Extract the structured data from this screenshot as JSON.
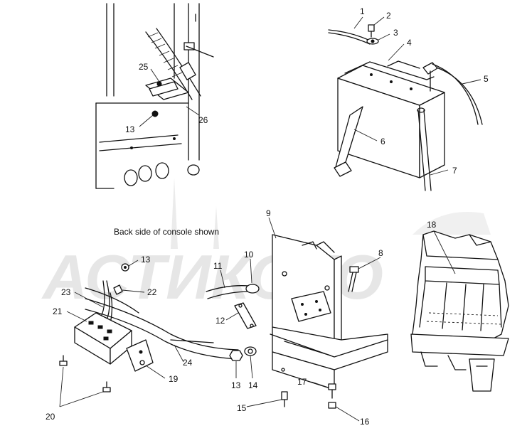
{
  "caption": "Back side of console shown",
  "watermark_text": "АСТИКОТО",
  "callouts": {
    "c1": "1",
    "c2": "2",
    "c3": "3",
    "c4": "4",
    "c5": "5",
    "c6": "6",
    "c7": "7",
    "c8": "8",
    "c9": "9",
    "c10": "10",
    "c11": "11",
    "c12": "12",
    "c13a": "13",
    "c13b": "13",
    "c13c": "13",
    "c14": "14",
    "c15": "15",
    "c16": "16",
    "c17": "17",
    "c18": "18",
    "c19": "19",
    "c20": "20",
    "c21": "21",
    "c22": "22",
    "c23": "23",
    "c24": "24",
    "c25": "25",
    "c26": "26"
  }
}
